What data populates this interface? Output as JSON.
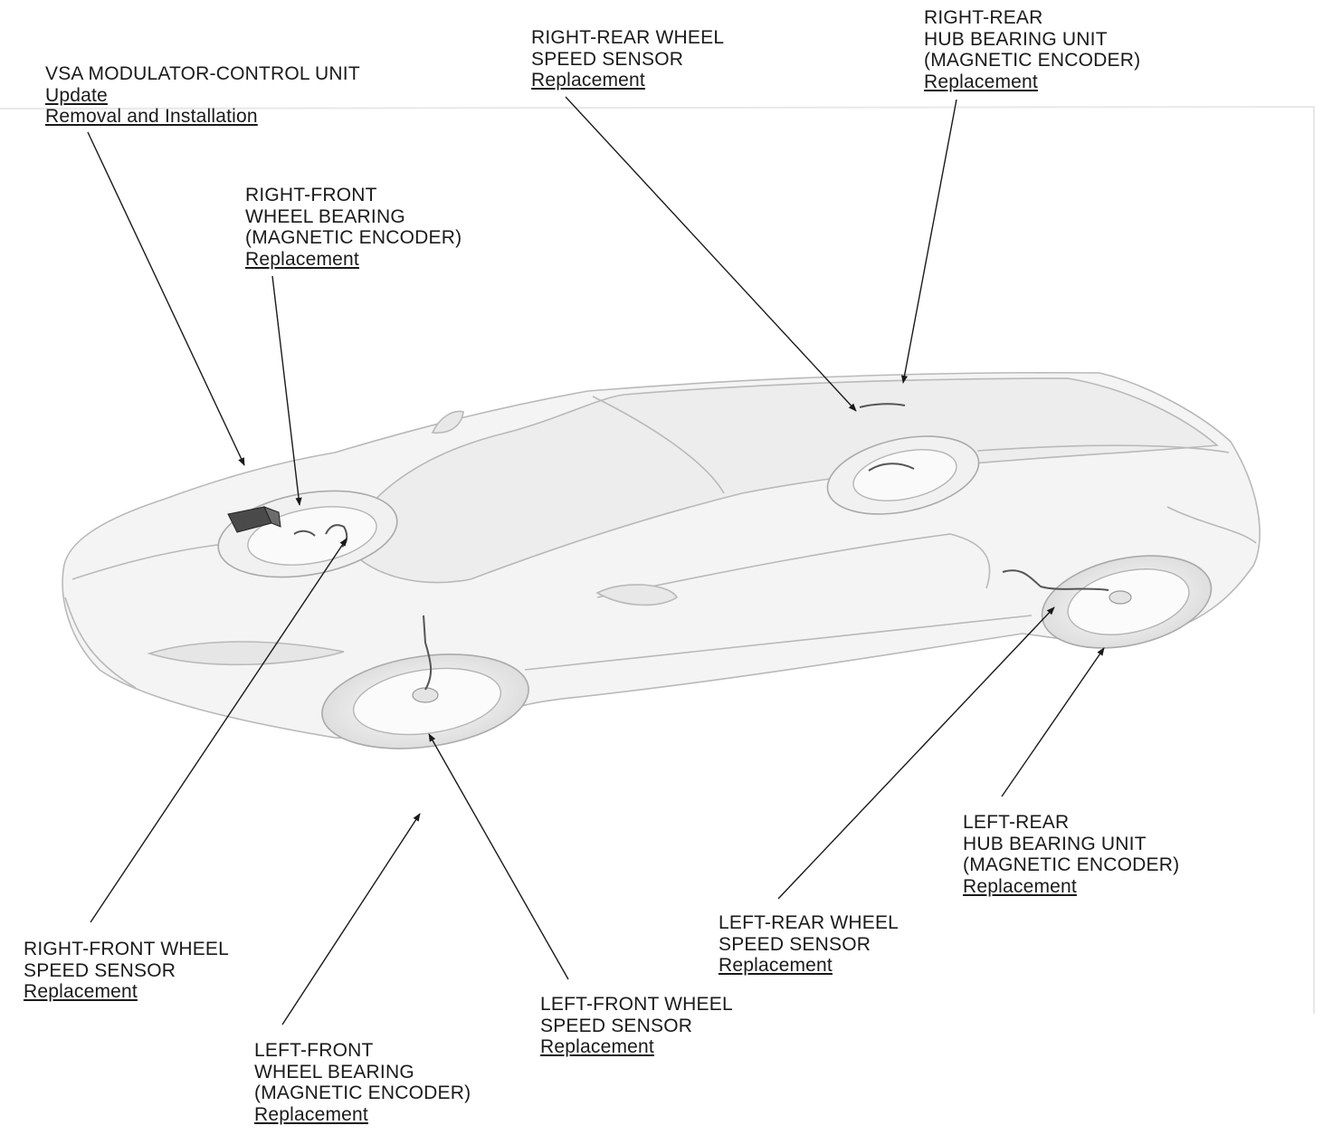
{
  "callouts": [
    {
      "id": "vsa",
      "title_lines": [
        "VSA MODULATOR-CONTROL UNIT"
      ],
      "links": [
        "Update",
        "Removal and Installation"
      ]
    },
    {
      "id": "rf_bearing",
      "title_lines": [
        "RIGHT-FRONT",
        "WHEEL BEARING",
        "(MAGNETIC ENCODER)"
      ],
      "links": [
        "Replacement"
      ]
    },
    {
      "id": "rr_sensor",
      "title_lines": [
        "RIGHT-REAR WHEEL",
        "SPEED SENSOR"
      ],
      "links": [
        "Replacement"
      ]
    },
    {
      "id": "rr_hub",
      "title_lines": [
        "RIGHT-REAR",
        "HUB BEARING UNIT",
        "(MAGNETIC ENCODER)"
      ],
      "links": [
        "Replacement"
      ]
    },
    {
      "id": "lr_hub",
      "title_lines": [
        "LEFT-REAR",
        "HUB BEARING UNIT",
        "(MAGNETIC ENCODER)"
      ],
      "links": [
        "Replacement"
      ]
    },
    {
      "id": "lr_sensor",
      "title_lines": [
        "LEFT-REAR WHEEL",
        "SPEED SENSOR"
      ],
      "links": [
        "Replacement"
      ]
    },
    {
      "id": "lf_sensor",
      "title_lines": [
        "LEFT-FRONT WHEEL",
        "SPEED SENSOR"
      ],
      "links": [
        "Replacement"
      ]
    },
    {
      "id": "rf_sensor",
      "title_lines": [
        "RIGHT-FRONT WHEEL",
        "SPEED SENSOR"
      ],
      "links": [
        "Replacement"
      ]
    },
    {
      "id": "lf_bearing",
      "title_lines": [
        "LEFT-FRONT",
        "WHEEL BEARING",
        "(MAGNETIC ENCODER)"
      ],
      "links": [
        "Replacement"
      ]
    }
  ],
  "colors": {
    "ink": "#1a1a1a",
    "car_body": "#f4f4f4",
    "car_outline": "#b9b9b9",
    "component": "#555555"
  },
  "illustration": {
    "subject": "car-body-outline",
    "components": [
      "vsa-modulator-unit",
      "right-front-wheel-assembly",
      "left-front-wheel",
      "right-rear-hub",
      "left-rear-wheel",
      "wheel-speed-sensor-harness"
    ]
  }
}
